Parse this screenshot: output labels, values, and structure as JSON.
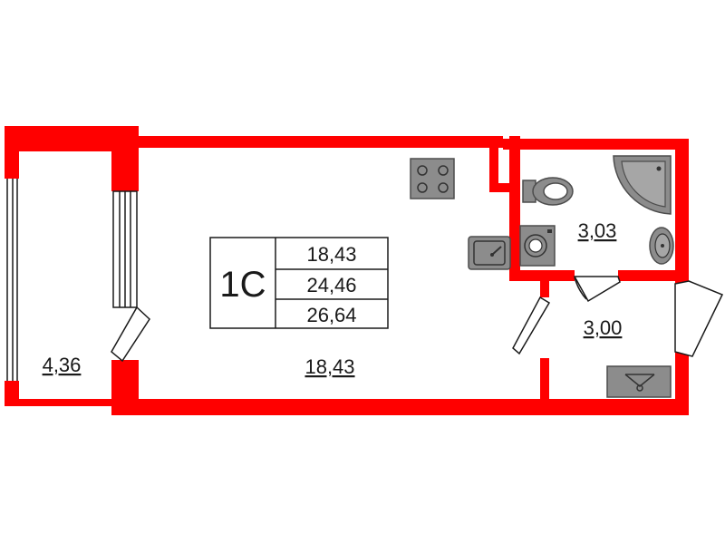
{
  "plan": {
    "wall_color": "#ff0000",
    "fixture_fill": "#8c8c8c",
    "fixture_stroke": "#4d4d4d",
    "info_box": {
      "apartment_type": "1С",
      "living_area": "18,43",
      "total_area": "24,46",
      "total_area_with_balcony": "26,64"
    },
    "rooms": {
      "balcony": "4,36",
      "main_room": "18,43",
      "bathroom": "3,03",
      "hallway": "3,00"
    },
    "icons": [
      "stove-icon",
      "kitchen-sink-icon",
      "toilet-icon",
      "shower-icon",
      "bathroom-sink-icon",
      "washing-machine-icon",
      "hallway-cabinet-icon"
    ]
  }
}
